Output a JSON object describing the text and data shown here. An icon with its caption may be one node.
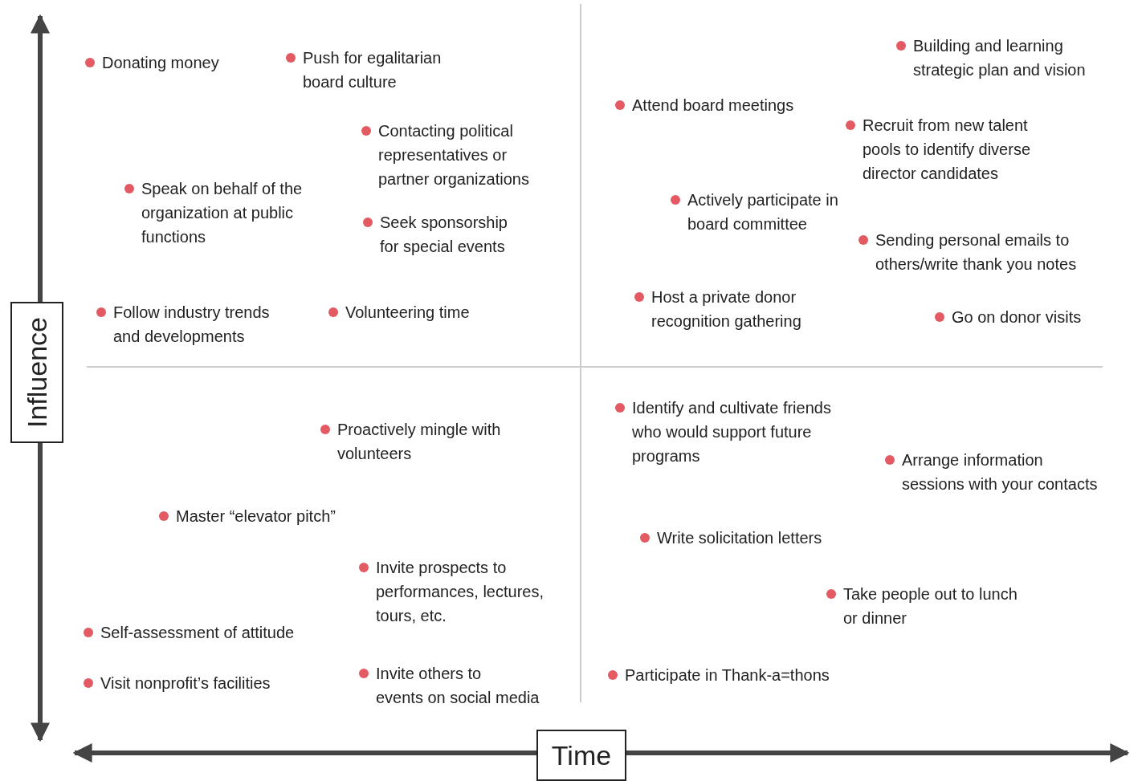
{
  "diagram": {
    "nodes": [
      {
        "text": [
          "Influence"
        ]
      },
      {
        "text": [
          "Time"
        ]
      }
    ],
    "edges": [],
    "labels": [
      "Building and learning strategic plan and vision",
      "Push for egalitarian board culture",
      "Donating money",
      "Attend board meetings",
      "Recruit from new talent pools to identify diverse director candidates",
      "Contacting political representatives or partner organizations",
      "Speak on behalf of the organization at public functions",
      "Actively participate in board committee",
      "Seek sponsorship for special events",
      "Sending personal emails to others/write thank you notes",
      "Host a private donor recognition gathering",
      "Follow industry trends and developments",
      "Volunteering time",
      "Go on donor visits",
      "Identify and cultivate friends who would support future programs",
      "Proactively mingle with volunteers",
      "Arrange information sessions with your contacts",
      "Master “elevator pitch”",
      "Write solicitation letters",
      "Invite prospects to performances, lectures, tours, etc.",
      "Take people out to lunch or dinner",
      "Self-assessment of attitude",
      "Participate in Thank-a=thons",
      "Visit nonprofit’s facilities",
      "Invite others to events on social media"
    ]
  }
}
